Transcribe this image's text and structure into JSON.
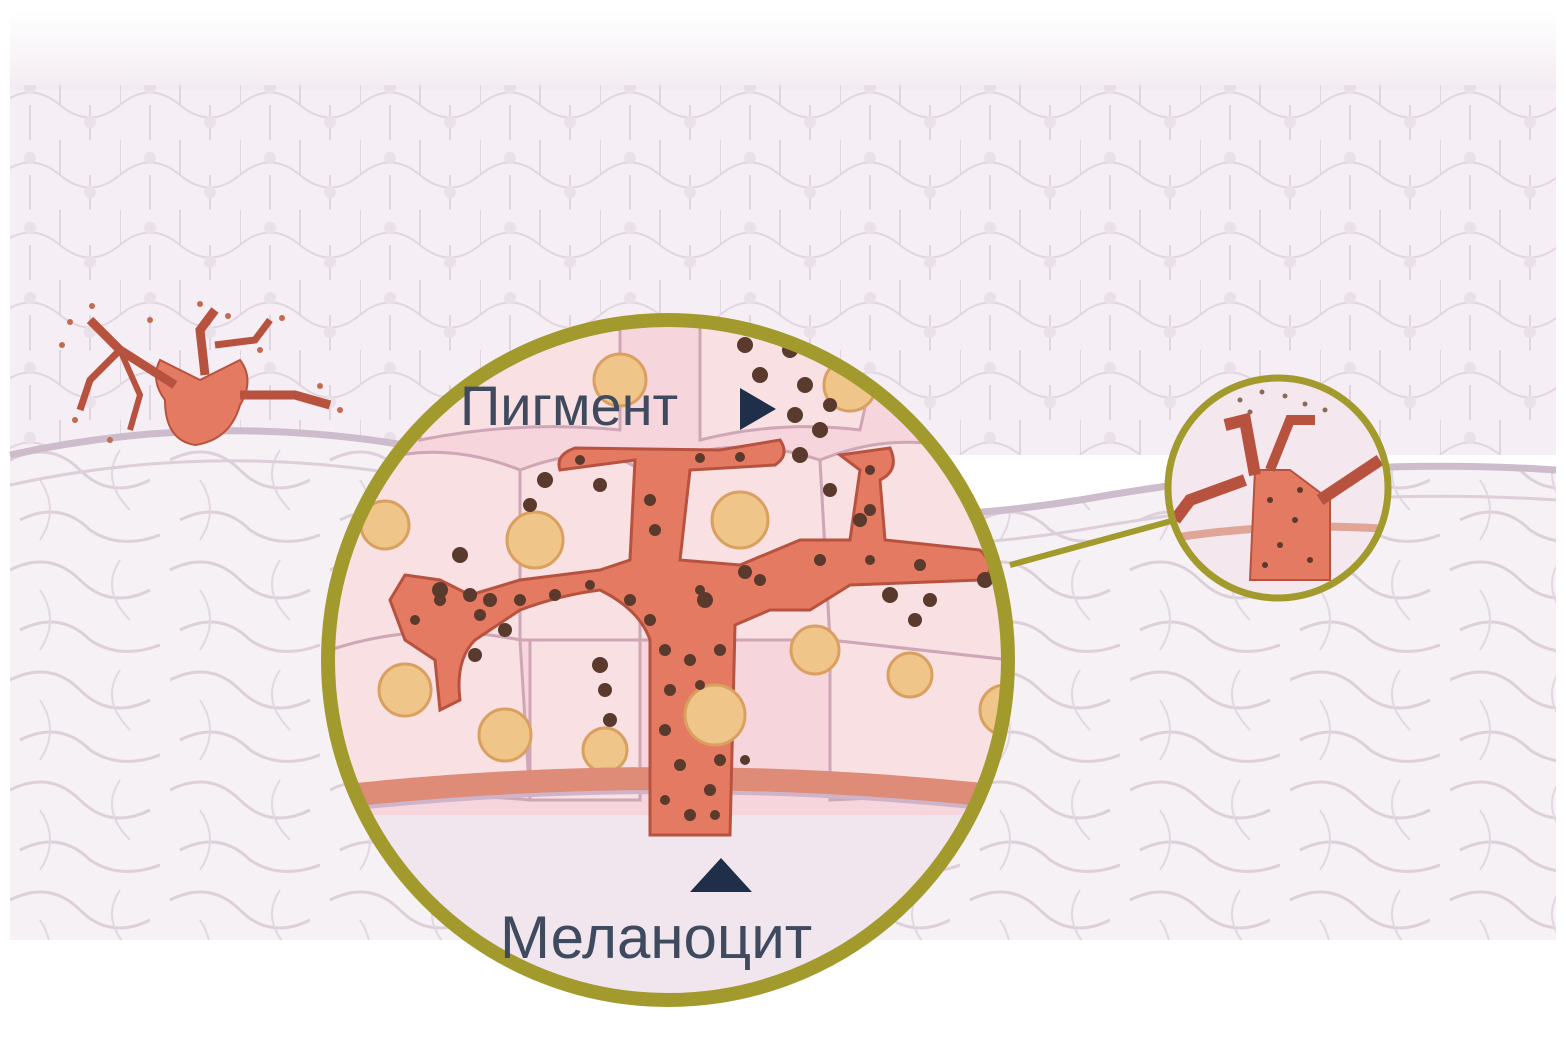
{
  "labels": {
    "pigment": "Пигмент",
    "melanocyte": "Меланоцит"
  },
  "colors": {
    "tissue": "#efe6ee",
    "cell_outline": "#d9cbd6",
    "magnifier_ring": "#a29a2c",
    "melanocyte": "#e57a62",
    "melanocyte_outline": "#b7523f",
    "pigment_granule": "#5a3a2c",
    "nucleus": "#f0c58a",
    "membrane": "#de8c78",
    "label_text": "#3f4a5e",
    "pointer": "#1f2f4a"
  },
  "icons": {
    "pigment_pointer": "triangle-right",
    "melanocyte_pointer": "triangle-up"
  }
}
